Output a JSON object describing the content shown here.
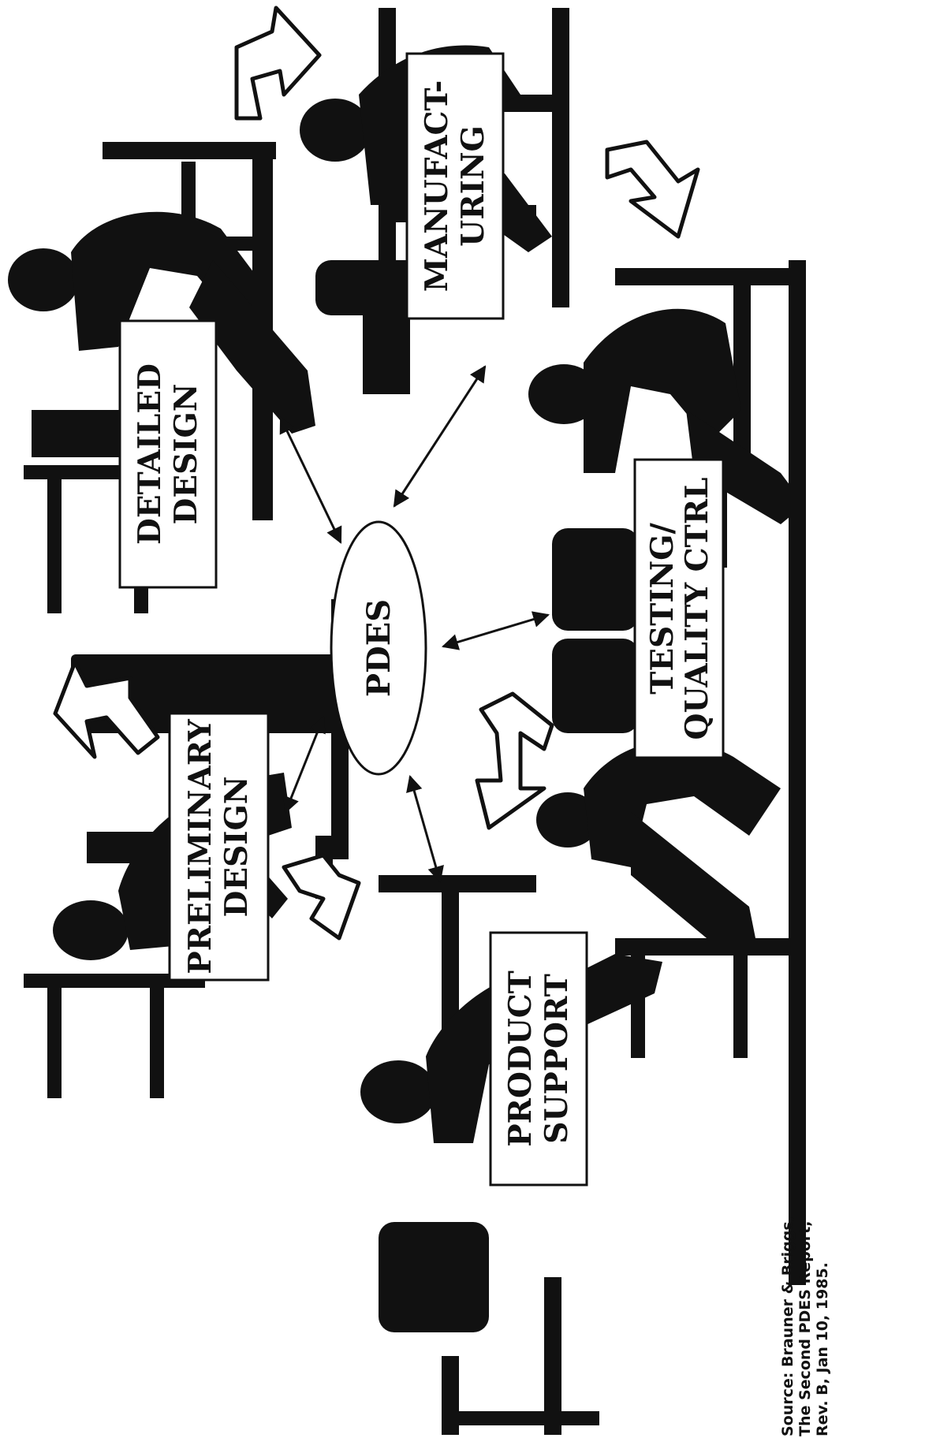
{
  "center": {
    "label": "PDES"
  },
  "workstations": [
    {
      "id": "preliminary-design",
      "lines": [
        "PRELIMINARY",
        "DESIGN"
      ]
    },
    {
      "id": "detailed-design",
      "lines": [
        "DETAILED",
        "DESIGN"
      ]
    },
    {
      "id": "manufacturing",
      "lines": [
        "MANUFACT-",
        "URING"
      ]
    },
    {
      "id": "testing-quality-control",
      "lines": [
        "TESTING/",
        "QUALITY CTRL"
      ]
    },
    {
      "id": "product-support",
      "lines": [
        "PRODUCT",
        "SUPPORT"
      ]
    }
  ],
  "source": {
    "lines": [
      "Source: Brauner & Briggs,",
      "The Second PDES Report,",
      "Rev. B, Jan 10, 1985."
    ]
  },
  "colors": {
    "ink": "#111111",
    "paper": "#ffffff"
  }
}
